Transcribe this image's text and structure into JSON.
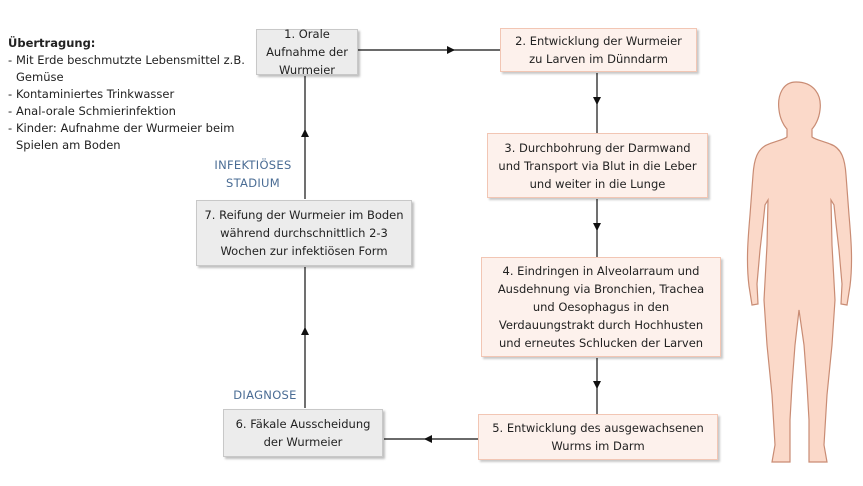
{
  "transmission": {
    "heading": "Übertragung:",
    "items": [
      "Mit Erde beschmutzte Lebensmittel z.B. Gemüse",
      "Kontaminiertes Trinkwasser",
      "Anal-orale Schmierinfektion",
      "Kinder: Aufnahme der Wurmeier beim Spielen am Boden"
    ]
  },
  "steps": {
    "s1": "1. Orale Aufnahme der Wurmeier",
    "s2": "2. Entwicklung der Wurmeier zu Larven im Dünndarm",
    "s3": "3. Durchbohrung der Darmwand und Transport via Blut in die Leber und weiter in die Lunge",
    "s4": "4. Eindringen in Alveolarraum und Ausdehnung via Bronchien, Trachea und Oesophagus in den Verdauungstrakt durch Hochhusten und erneutes Schlucken der Larven",
    "s5": "5. Entwicklung des ausgewachsenen Wurms im Darm",
    "s6": "6. Fäkale Ausscheidung der Wurmeier",
    "s7": "7. Reifung der Wurmeier im Boden während durchschnittlich 2-3 Wochen zur infektiösen Form"
  },
  "labels": {
    "infectious_stage": "INFEKTIÖSES STADIUM",
    "diagnosis": "DIAGNOSE"
  },
  "colors": {
    "gray_box": "#ececec",
    "pink_box": "#fdf1ec",
    "label_blue": "#4a6c94",
    "body_skin": "#fbd9c9"
  }
}
